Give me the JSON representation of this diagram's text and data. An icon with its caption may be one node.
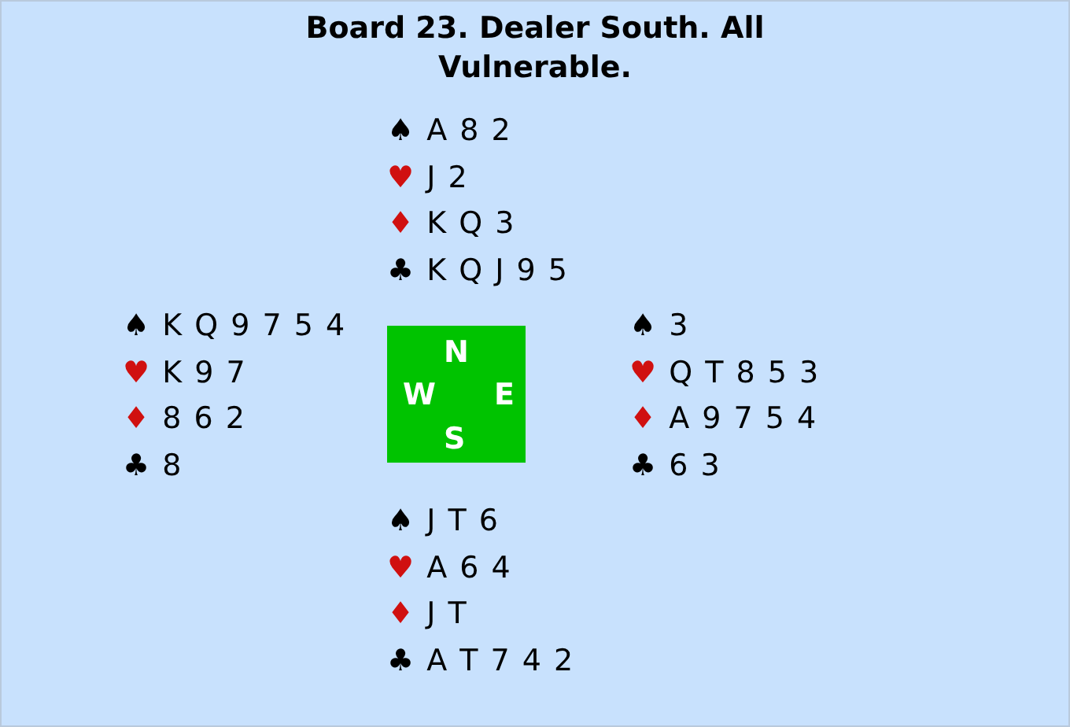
{
  "diagram": {
    "title": "Board 23. Dealer South. All Vulnerable.",
    "nodes": [
      {
        "text": [
          "N",
          "W",
          "E",
          "S"
        ]
      }
    ],
    "labels": [
      "♠ A 8 2",
      "♥ J 2",
      "♦ K Q 3",
      "♣ K Q J 9 5",
      "♠ K Q 9 7 5 4",
      "♥ K 9 7",
      "♦ 8 6 2",
      "♣ 8",
      "♠ 3",
      "♥ Q T 8 5 3",
      "♦ A 9 7 5 4",
      "♣ 6 3",
      "♠ J T 6",
      "♥ A 6 4",
      "♦ J T",
      "♣ A T 7 4 2"
    ]
  }
}
